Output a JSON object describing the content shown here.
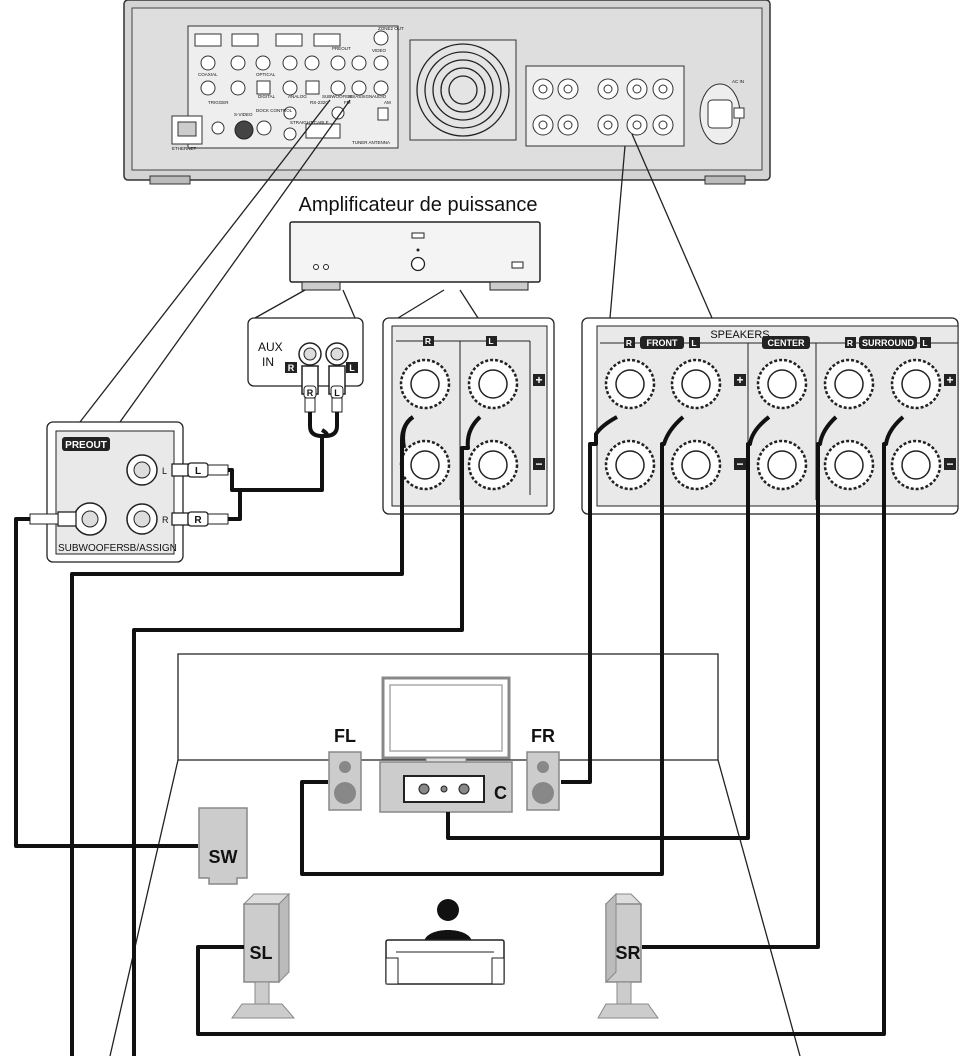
{
  "amplifier": {
    "title": "Amplificateur de puissance"
  },
  "aux_in": {
    "label_line1": "AUX",
    "label_line2": "IN",
    "right": "R",
    "left": "L"
  },
  "preout": {
    "title": "PREOUT",
    "subwoofer_label": "SUBWOOFER",
    "sbassign_label": "SB/ASSIGN",
    "l_mark": "L",
    "r_mark": "R",
    "plug_l": "L",
    "plug_r": "R"
  },
  "amp_terminals": {
    "right": "R",
    "left": "L",
    "plus": "+",
    "minus": "−"
  },
  "speakers_panel": {
    "title": "SPEAKERS",
    "front": "FRONT",
    "center": "CENTER",
    "surround": "SURROUND",
    "r": "R",
    "l": "L",
    "plus": "+",
    "minus": "−"
  },
  "receiver_labels": {
    "ethernet": "ETHERNET",
    "trigger": "TRIGGER",
    "svideo": "S-VIDEO",
    "dock": "DOCK CONTROL",
    "rs232c": "RS-232C",
    "fm": "FM",
    "am": "AM",
    "ac_in": "AC IN",
    "digital": "DIGITAL",
    "analog": "ANALOG",
    "coaxial": "COAXIAL",
    "optical": "OPTICAL",
    "video": "VIDEO",
    "audio": "AUDIO",
    "zone2_out": "ZONE2 OUT",
    "preout": "PREOUT",
    "subwoofer": "SUBWOOFER",
    "sb_assign": "SB/ASSIGN",
    "straight_cable": "STRAIGHT CABLE",
    "tuner_antenna": "TUNER ANTENNA"
  },
  "room": {
    "fl": "FL",
    "fr": "FR",
    "c": "C",
    "sw": "SW",
    "sl": "SL",
    "sr": "SR"
  },
  "colors": {
    "line": "#111111",
    "panel": "#e9e9e9",
    "device": "#f4f4f4",
    "speaker": "#cccccc"
  }
}
